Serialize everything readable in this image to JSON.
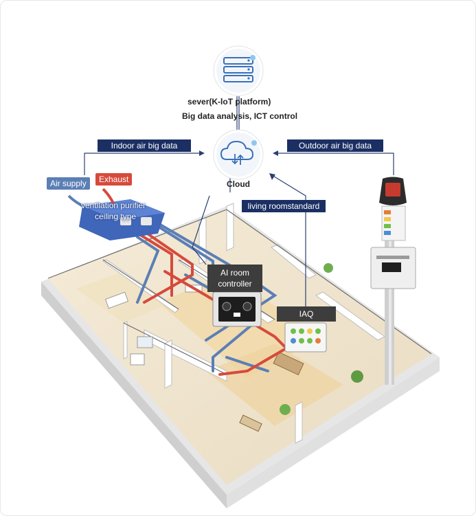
{
  "server": {
    "title": "sever(K-loT platform)",
    "subtitle": "Big data analysis, ICT control"
  },
  "cloud": {
    "label": "Cloud"
  },
  "indoor_label": "Indoor air big data",
  "outdoor_label": "Outdoor air big data",
  "living_room_label": "living roomstandard",
  "air_supply_label": "Air supply",
  "exhaust_label": "Exhaust",
  "purifier_label_line1": "ventilation purifier",
  "purifier_label_line2": "ceiling type",
  "ai_controller_line1": "AI room",
  "ai_controller_line2": "controller",
  "iaq_label": "IAQ",
  "colors": {
    "navy": "#1b2f63",
    "supply_blue": "#5b7fb5",
    "exhaust_red": "#d64a3c",
    "purifier_blue": "#3f66b8"
  }
}
